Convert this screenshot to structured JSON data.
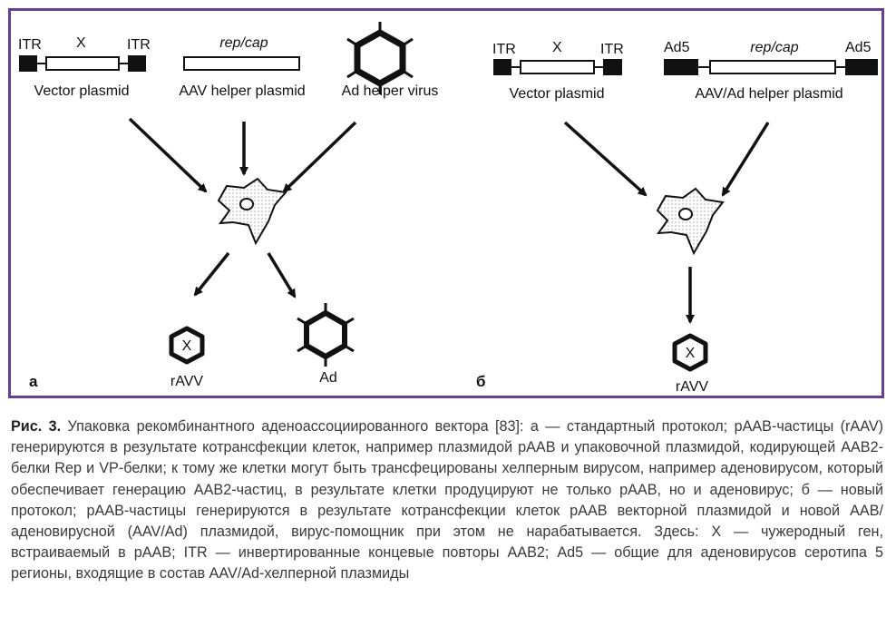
{
  "panel_a": {
    "letter": "а",
    "vector_plasmid": {
      "itr_left": "ITR",
      "insert": "X",
      "itr_right": "ITR",
      "label": "Vector plasmid"
    },
    "aav_helper_plasmid": {
      "gene": "rep/cap",
      "label": "AAV helper plasmid"
    },
    "ad_helper_virus": {
      "label": "Ad helper virus"
    },
    "products": {
      "raav_symbol": "X",
      "raav_label": "rAVV",
      "ad_label": "Ad"
    }
  },
  "panel_b": {
    "letter": "б",
    "vector_plasmid": {
      "itr_left": "ITR",
      "insert": "X",
      "itr_right": "ITR",
      "label": "Vector plasmid"
    },
    "aav_ad_helper_plasmid": {
      "ad_left": "Ad5",
      "gene": "rep/cap",
      "ad_right": "Ad5",
      "label": "AAV/Ad helper plasmid"
    },
    "products": {
      "raav_symbol": "X",
      "raav_label": "rAVV"
    }
  },
  "caption": {
    "fig_label": "Рис. 3.",
    "text": " Упаковка рекомбинантного аденоассоциированного вектора [83]: а — стандартный протокол; рААВ-частицы (rAAV) генерируются в результате котрансфекции клеток, например плазмидой рААВ и упаковочной плазмидой, кодирующей ААВ2-белки Rep и VP-белки; к тому же клетки могут быть трансфецированы хелперным вирусом, например аденовирусом, который обеспечивает генерацию ААВ2-частиц, в результате клетки продуцируют не только рААВ, но и аденовирус; б — новый протокол; рААВ-частицы генерируются в результате котрансфекции клеток рААВ векторной плазмидой и новой ААВ/аденовирусной (AAV/Ad) плазмидой, вирус-помощник при этом не нарабатывается. Здесь: X — чужеродный ген, встраиваемый в рААВ; ITR — инвертированные концевые повторы ААВ2; Ad5 — общие для аденовирусов серотипа 5 регионы, входящие в состав AAV/Ad-хелперной плазмиды"
  },
  "colors": {
    "frame": "#6b3f8f",
    "caption_text": "#3a3a3a"
  }
}
